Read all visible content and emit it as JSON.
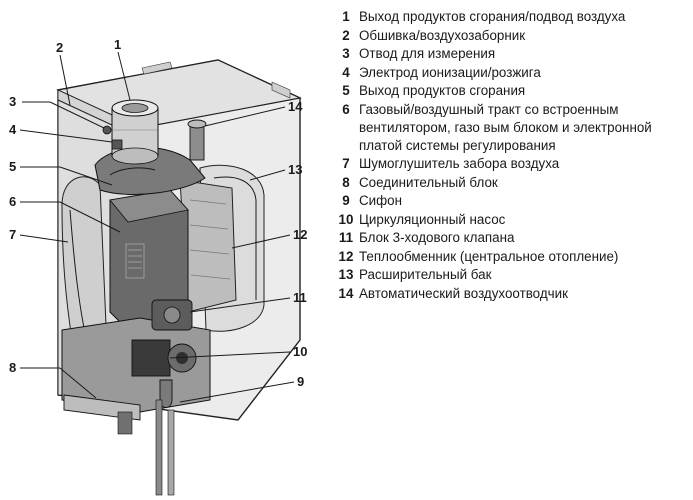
{
  "legend": [
    {
      "num": "1",
      "text": "Выход продуктов сгорания/подвод воздуха"
    },
    {
      "num": "2",
      "text": "Обшивка/воздухозаборник"
    },
    {
      "num": "3",
      "text": "Отвод для измерения"
    },
    {
      "num": "4",
      "text": "Электрод ионизации/розжига"
    },
    {
      "num": "5",
      "text": "Выход продуктов сгорания"
    },
    {
      "num": "6",
      "text": "Газовый/воздушный тракт со встроенным вентилятором, газо вым блоком и электронной платой системы регулирования"
    },
    {
      "num": "7",
      "text": "Шумоглушитель забора воздуха"
    },
    {
      "num": "8",
      "text": "Соединительный блок"
    },
    {
      "num": "9",
      "text": "Сифон"
    },
    {
      "num": "10",
      "text": "Циркуляционный насос"
    },
    {
      "num": "11",
      "text": "Блок 3-ходового клапана"
    },
    {
      "num": "12",
      "text": "Теплообменник (центральное отопление)"
    },
    {
      "num": "13",
      "text": "Расширительный бак"
    },
    {
      "num": "14",
      "text": "Автоматический воздухоотводчик"
    }
  ],
  "callouts": {
    "c1": "1",
    "c2": "2",
    "c3": "3",
    "c4": "4",
    "c5": "5",
    "c6": "6",
    "c7": "7",
    "c8": "8",
    "c9": "9",
    "c10": "10",
    "c11": "11",
    "c12": "12",
    "c13": "13",
    "c14": "14"
  }
}
